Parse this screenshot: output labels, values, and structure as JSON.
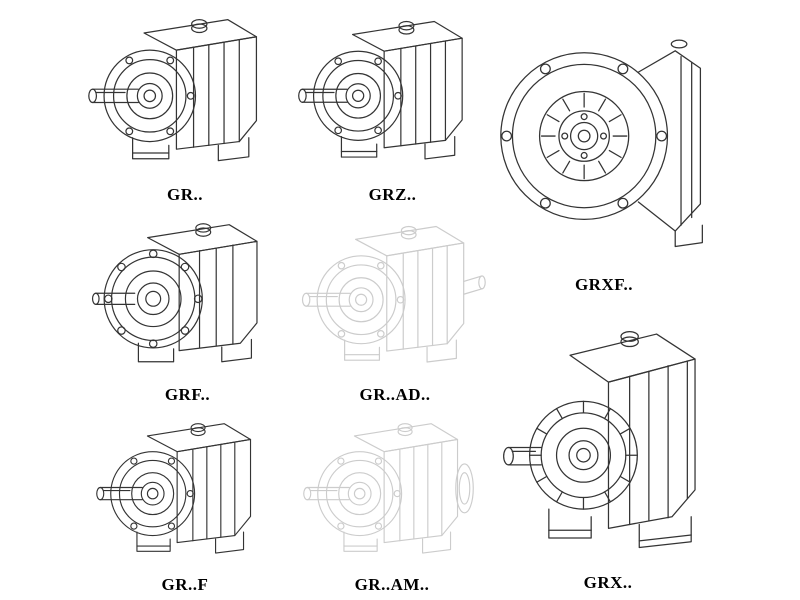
{
  "page": {
    "background": "#ffffff",
    "description": "Catalog sheet of helical gear reducer technical line drawings"
  },
  "colors": {
    "line": "#343434",
    "faint_line": "#cccccc",
    "label": "#000000",
    "background": "#ffffff"
  },
  "figures": [
    {
      "id": "gr",
      "label": "GR..",
      "drawing": "foot-mounted-helical-gearbox",
      "render": "solid"
    },
    {
      "id": "grz",
      "label": "GRZ..",
      "drawing": "foot-mounted-helical-gearbox",
      "render": "solid"
    },
    {
      "id": "grxf",
      "label": "GRXF..",
      "drawing": "large-flange-mounted-gearbox-front",
      "render": "solid"
    },
    {
      "id": "grf",
      "label": "GRF..",
      "drawing": "flange-mounted-helical-gearbox",
      "render": "solid"
    },
    {
      "id": "grad",
      "label": "GR..AD..",
      "drawing": "gearbox-with-input-adapter",
      "render": "faint"
    },
    {
      "id": "grx",
      "label": "GRX..",
      "drawing": "large-foot-mounted-gearbox",
      "render": "solid"
    },
    {
      "id": "grfoot",
      "label": "GR..F",
      "drawing": "foot-mounted-helical-gearbox",
      "render": "solid"
    },
    {
      "id": "gram",
      "label": "GR..AM..",
      "drawing": "gearbox-with-output-flange-adapter",
      "render": "faint"
    }
  ]
}
